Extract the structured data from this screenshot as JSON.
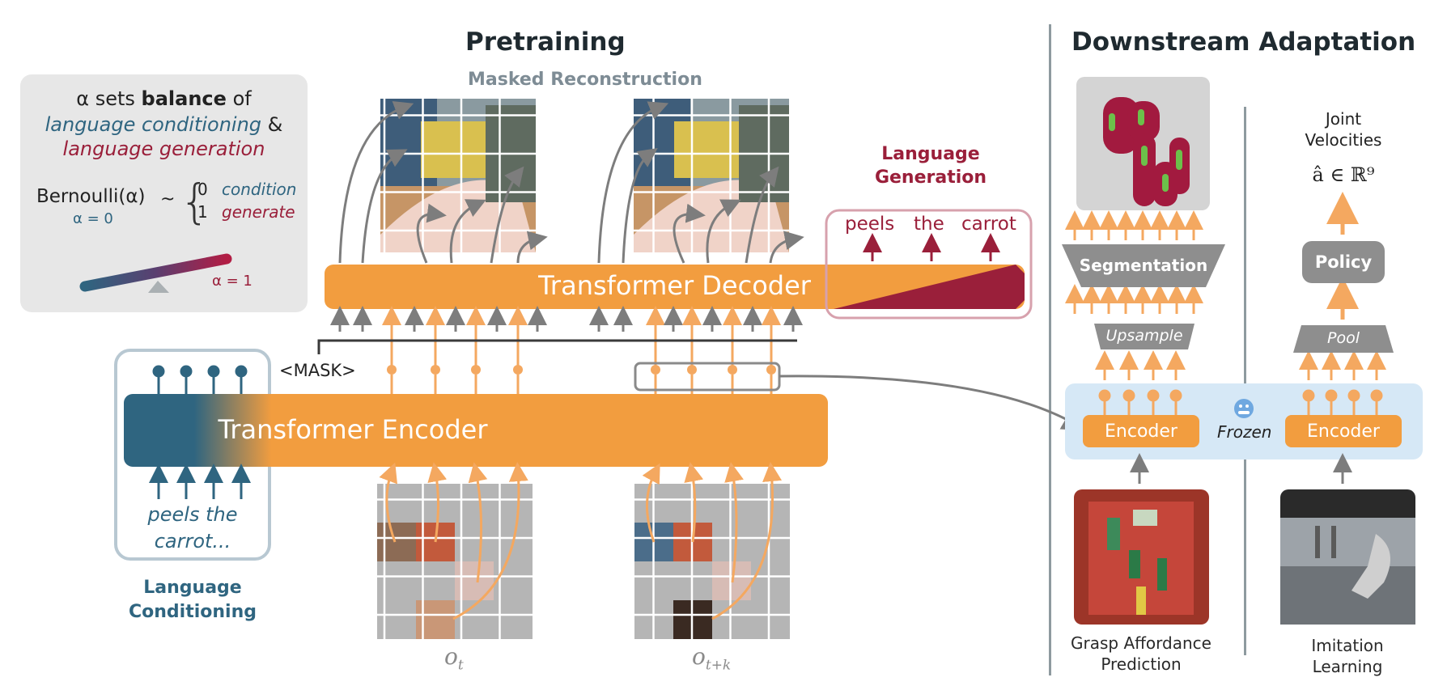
{
  "headers": {
    "pretraining": "Pretraining",
    "masked_reconstruction": "Masked Reconstruction",
    "downstream": "Downstream Adaptation"
  },
  "alpha_panel": {
    "line1_pre": "α sets ",
    "line1_bold": "balance",
    "line1_post": " of",
    "line2": "language conditioning",
    "line2_amp": " &",
    "line3": "language generation",
    "bernoulli": "Bernoulli(α)",
    "alpha_zero": "α = 0",
    "tilde": "~",
    "case0_num": "0",
    "case0_label": "condition",
    "case1_num": "1",
    "case1_label": "generate",
    "alpha_one": "α = 1"
  },
  "pretraining": {
    "decoder_label": "Transformer Decoder",
    "encoder_label": "Transformer Encoder",
    "mask_token": "<MASK>",
    "lang_gen_title_1": "Language",
    "lang_gen_title_2": "Generation",
    "gen_tokens": [
      "peels",
      "the",
      "carrot"
    ],
    "lang_cond_text_1": "peels the",
    "lang_cond_text_2": "carrot...",
    "lang_cond_title_1": "Language",
    "lang_cond_title_2": "Conditioning",
    "obs_t": "o",
    "obs_t_sub": "t",
    "obs_tk": "o",
    "obs_tk_sub": "t+k"
  },
  "downstream": {
    "segmentation_label": "Segmentation",
    "upsample_label": "Upsample",
    "encoder_left": "Encoder",
    "frozen_label": "Frozen",
    "encoder_right": "Encoder",
    "pool_label": "Pool",
    "policy_label": "Policy",
    "joint_velocities_1": "Joint",
    "joint_velocities_2": "Velocities",
    "action_space": "â ∈ ℝ⁹",
    "grasp_caption_1": "Grasp Affordance",
    "grasp_caption_2": "Prediction",
    "imitation_caption_1": "Imitation",
    "imitation_caption_2": "Learning"
  },
  "colors": {
    "orange": "#f29d3f",
    "teal": "#2f6580",
    "crimson": "#9a1f3a",
    "gray_arrow": "#7d7d7d",
    "frozen_bg": "#d6e8f6"
  },
  "icons": {
    "frozen": "cold-face-icon"
  }
}
